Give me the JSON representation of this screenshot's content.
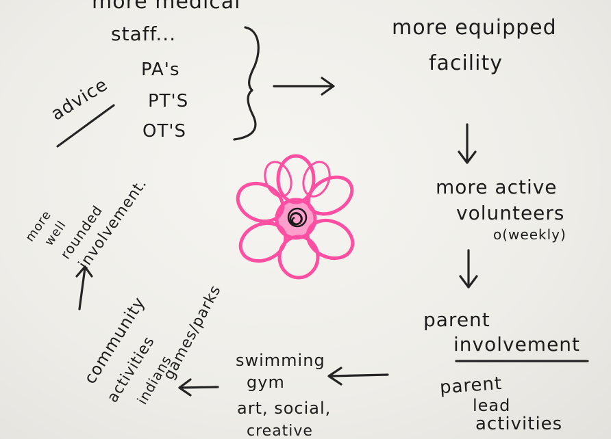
{
  "notes": {
    "medical_line1": "more medical",
    "medical_line2": "staff...",
    "pas": "PA's",
    "pts": "PT'S",
    "ots": "OT'S",
    "advice": "advice",
    "equipped_line1": "more equipped",
    "equipped_line2": "facility",
    "volunteers_line1": "more active",
    "volunteers_line2": "volunteers",
    "weekly": "o(weekly)",
    "parent_line1": "parent",
    "parent_line2": "involvement",
    "parent_led_line1": "parent",
    "parent_led_line2": "lead",
    "parent_led_line3": "activities",
    "swimming": "swimming",
    "gym": "gym",
    "art_social": "art, social,",
    "creative": "creative",
    "community": "community",
    "activities": "activities",
    "indians": "indians",
    "games_parks": "games/parks",
    "well_line1": "more",
    "well_line2": "well",
    "well_line3": "rounded",
    "well_line4": "involvement."
  },
  "colors": {
    "ink": "#1e1e1e",
    "flower": "#ff4fa3",
    "paper": "#efeeea"
  }
}
